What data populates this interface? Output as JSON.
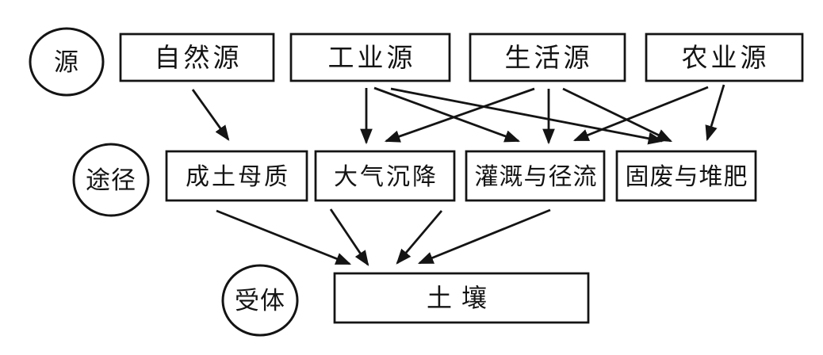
{
  "diagram": {
    "background": "#ffffff",
    "ink_color": "#141414",
    "rows": {
      "sources": {
        "tag": "源",
        "items": [
          "自然源",
          "工业源",
          "生活源",
          "农业源"
        ]
      },
      "pathways": {
        "tag": "途径",
        "items": [
          "成土母质",
          "大气沉降",
          "灌溉与径流",
          "固废与堆肥"
        ]
      },
      "receptor": {
        "tag": "受体",
        "items": [
          "土壤"
        ]
      }
    },
    "edges": [
      {
        "from": "自然源",
        "to": "成土母质"
      },
      {
        "from": "工业源",
        "to": "大气沉降"
      },
      {
        "from": "工业源",
        "to": "灌溉与径流"
      },
      {
        "from": "工业源",
        "to": "固废与堆肥"
      },
      {
        "from": "生活源",
        "to": "大气沉降"
      },
      {
        "from": "生活源",
        "to": "灌溉与径流"
      },
      {
        "from": "生活源",
        "to": "固废与堆肥"
      },
      {
        "from": "农业源",
        "to": "灌溉与径流"
      },
      {
        "from": "农业源",
        "to": "固废与堆肥"
      },
      {
        "from": "成土母质",
        "to": "土壤"
      },
      {
        "from": "大气沉降",
        "to": "土壤"
      },
      {
        "from": "灌溉与径流",
        "to": "土壤"
      },
      {
        "from": "固废与堆肥",
        "to": "土壤"
      }
    ]
  }
}
